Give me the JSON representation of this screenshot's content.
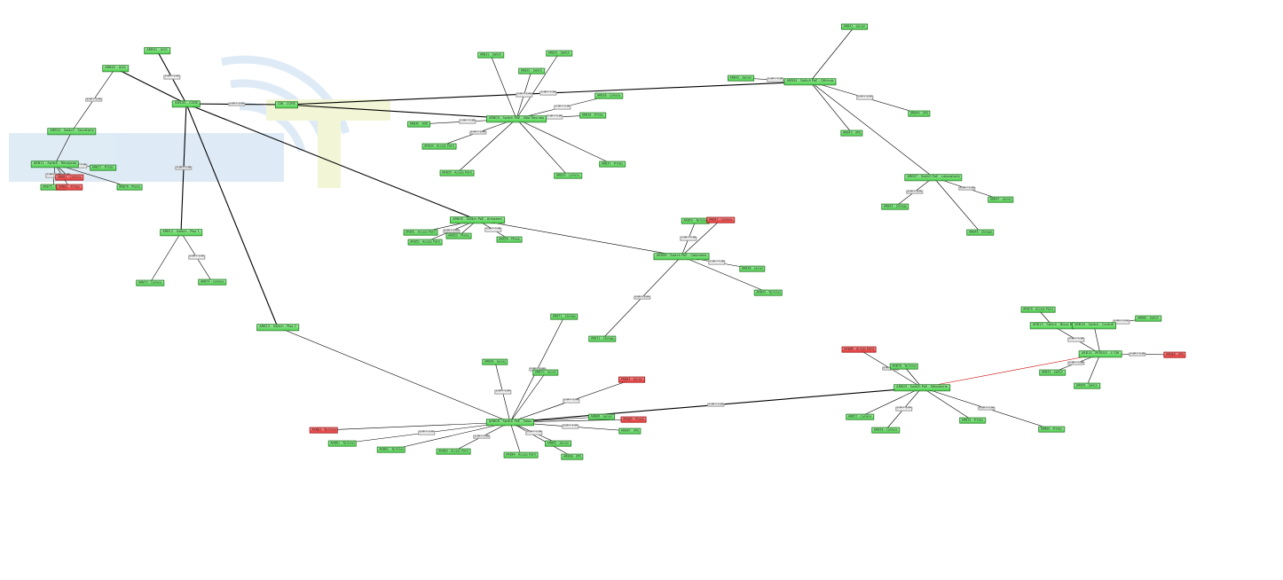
{
  "colors": {
    "up": "#4fd14f",
    "down": "#e83535",
    "link": "#000000",
    "link_down": "#cc0000",
    "watermark": "#6fa8d8"
  },
  "nodes": [
    {
      "id": "core",
      "label": "SW100 - CORE"
    },
    {
      "id": "agg1",
      "label": "ARB01 - AGG"
    },
    {
      "id": "agg2",
      "label": "ARB02 - AGG"
    },
    {
      "id": "gw",
      "label": "GW - CORE"
    },
    {
      "id": "h1",
      "label": "ARB03 - Switch PoE - Sala Reuniao"
    },
    {
      "id": "h2",
      "label": "ARB04 - Switch PoE - Oficinas"
    },
    {
      "id": "h3",
      "label": "ARB05 - Switch PoE - Armazem"
    },
    {
      "id": "h4",
      "label": "ARB06 - Switch PoE - Gabinetes"
    },
    {
      "id": "h5",
      "label": "ARB07 - Switch PoE - Laboratorio"
    },
    {
      "id": "h6",
      "label": "ARB08 - Switch PoE - Salas"
    },
    {
      "id": "h7",
      "label": "ARB09 - Switch PoE - Mezzanine"
    },
    {
      "id": "h8",
      "label": "ARB10 - Switch - Secretaria"
    },
    {
      "id": "h9",
      "label": "ARB11 - Switch - Recepcao"
    },
    {
      "id": "h10",
      "label": "ARB12 - Switch - Piso 1"
    },
    {
      "id": "h11",
      "label": "ARB13 - Switch - Piso 2"
    },
    {
      "id": "h12",
      "label": "ARB14 - MOBILE - 4 GW"
    },
    {
      "id": "h13",
      "label": "ARB15 - Switch - Bloco B"
    },
    {
      "id": "h14",
      "label": "ARB16 - Switch - Central"
    },
    {
      "id": "n1",
      "label": "ARB31 - Switch"
    },
    {
      "id": "n2",
      "label": "ARB32 - Switch"
    },
    {
      "id": "n3",
      "label": "ARB33 - Switch"
    },
    {
      "id": "n4",
      "label": "ARB34 - Access Point"
    },
    {
      "id": "n5",
      "label": "ARB35 - Access Point"
    },
    {
      "id": "n6",
      "label": "ARB36 - Printer"
    },
    {
      "id": "n7",
      "label": "ARB37 - Printer"
    },
    {
      "id": "n8",
      "label": "ARB38 - Camera"
    },
    {
      "id": "n9",
      "label": "ARB39 - Camera"
    },
    {
      "id": "n10",
      "label": "ARB40 - NVR"
    },
    {
      "id": "n11",
      "label": "ARB41 - Sensor"
    },
    {
      "id": "n12",
      "label": "ARB42 - Sensor"
    },
    {
      "id": "n13",
      "label": "ARB43 - UPS"
    },
    {
      "id": "n14",
      "label": "ARB44 - UPS"
    },
    {
      "id": "n15",
      "label": "ARB45 - Storage"
    },
    {
      "id": "n16",
      "label": "ARB46 - Storage"
    },
    {
      "id": "n17",
      "label": "ARB47 - Server"
    },
    {
      "id": "n18",
      "label": "ARB48 - Server"
    },
    {
      "id": "n19",
      "label": "ARB49 - Terminal"
    },
    {
      "id": "n20",
      "label": "ARB50 - Terminal"
    },
    {
      "id": "n21",
      "label": "ARB51 - Access Point"
    },
    {
      "id": "n22",
      "label": "ARB52 - Access Point"
    },
    {
      "id": "n23",
      "label": "ARB53 - Phone"
    },
    {
      "id": "n24",
      "label": "ARB54 - Phone"
    },
    {
      "id": "n25",
      "label": "ARB55 - Switch"
    },
    {
      "id": "n26",
      "label": "ARB56 - Switch"
    },
    {
      "id": "n27",
      "label": "ARB57 - Camera"
    },
    {
      "id": "n28",
      "label": "ARB58 - Camera"
    },
    {
      "id": "n29",
      "label": "ARB59 - Printer"
    },
    {
      "id": "n30",
      "label": "ARB60 - Printer"
    },
    {
      "id": "n31",
      "label": "ARB61 - Terminal"
    },
    {
      "id": "n32",
      "label": "ARB62 - Terminal"
    },
    {
      "id": "n33",
      "label": "ARB63 - Access Point"
    },
    {
      "id": "n34",
      "label": "ARB64 - Access Point"
    },
    {
      "id": "n35",
      "label": "ARB65 - Sensor"
    },
    {
      "id": "n36",
      "label": "ARB66 - Sensor"
    },
    {
      "id": "n37",
      "label": "ARB67 - UPS"
    },
    {
      "id": "n38",
      "label": "ARB68 - UPS"
    },
    {
      "id": "n39",
      "label": "ARB69 - Server"
    },
    {
      "id": "n40",
      "label": "ARB70 - Server"
    },
    {
      "id": "n41",
      "label": "ARB71 - Storage"
    },
    {
      "id": "n42",
      "label": "ARB72 - Storage"
    },
    {
      "id": "n43",
      "label": "ARB73 - Camera"
    },
    {
      "id": "n44",
      "label": "ARB74 - Camera"
    },
    {
      "id": "n45",
      "label": "ARB75 - Phone"
    },
    {
      "id": "n46",
      "label": "ARB76 - Phone"
    },
    {
      "id": "n47",
      "label": "ARB77 - Printer"
    },
    {
      "id": "n48",
      "label": "ARB78 - Terminal"
    },
    {
      "id": "n49",
      "label": "ARB79 - Access Point"
    },
    {
      "id": "n50",
      "label": "ARB80 - Switch"
    },
    {
      "id": "d1",
      "label": "ARB81 - Camera",
      "status": "down"
    },
    {
      "id": "d2",
      "label": "ARB82 - Printer",
      "status": "down"
    },
    {
      "id": "d3",
      "label": "ARB83 - Terminal",
      "status": "down"
    },
    {
      "id": "d4",
      "label": "ARB84 - Sensor",
      "status": "down"
    },
    {
      "id": "d5",
      "label": "ARB85 - Phone",
      "status": "down"
    },
    {
      "id": "d6",
      "label": "ARB86 - Access Point",
      "status": "down"
    },
    {
      "id": "d7",
      "label": "ARB87 - Camera",
      "status": "down"
    },
    {
      "id": "d8",
      "label": "ARB88 - UPS",
      "status": "down"
    }
  ],
  "link_label": "1.0M / 1.0M"
}
